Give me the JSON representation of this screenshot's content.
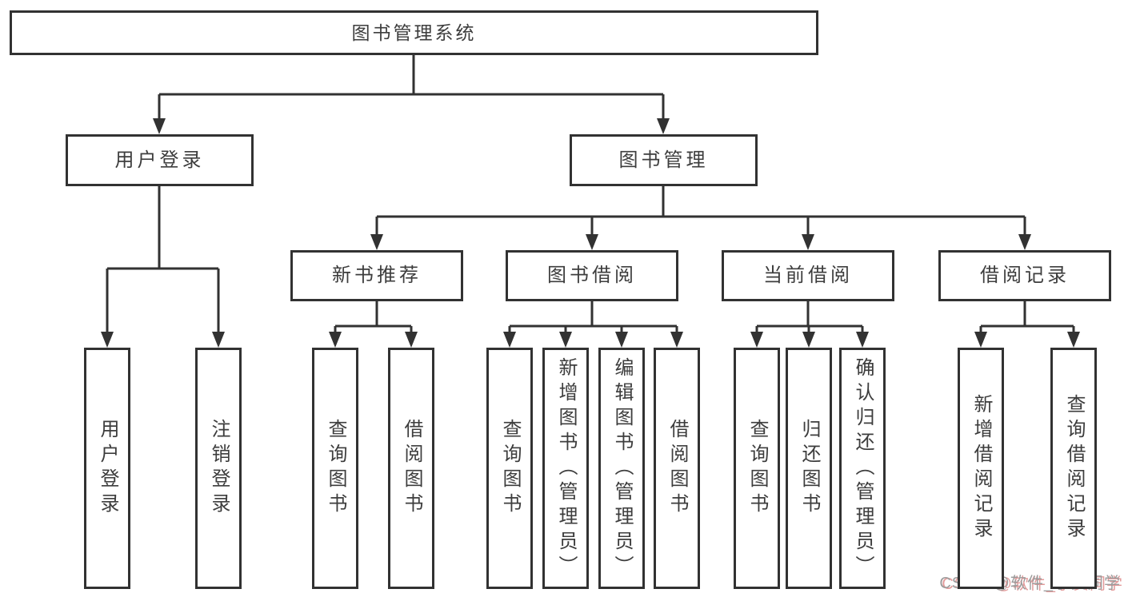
{
  "diagram": {
    "tree": {
      "root": {
        "label": "图书管理系统"
      },
      "branches": [
        {
          "label": "用户登录",
          "children": [
            {
              "label": "用户登录"
            },
            {
              "label": "注销登录"
            }
          ]
        },
        {
          "label": "图书管理",
          "children": [
            {
              "label": "新书推荐",
              "children": [
                {
                  "label": "查询图书"
                },
                {
                  "label": "借阅图书"
                }
              ]
            },
            {
              "label": "图书借阅",
              "children": [
                {
                  "label": "查询图书"
                },
                {
                  "label": "新增图书（管理员）"
                },
                {
                  "label": "编辑图书（管理员）"
                },
                {
                  "label": "借阅图书"
                }
              ]
            },
            {
              "label": "当前借阅",
              "children": [
                {
                  "label": "查询图书"
                },
                {
                  "label": "归还图书"
                },
                {
                  "label": "确认归还（管理员）"
                }
              ]
            },
            {
              "label": "借阅记录",
              "children": [
                {
                  "label": "新增借阅记录"
                },
                {
                  "label": "查询借阅记录"
                }
              ]
            }
          ]
        }
      ]
    },
    "watermark": "CSDN @软件_小贺同学",
    "colors": {
      "line": "#323232",
      "box_border": "#323232",
      "text": "#3d3d3d",
      "background": "#ffffff",
      "watermark_gray": "#9c9c9c",
      "watermark_red": "#e39a9a"
    }
  }
}
